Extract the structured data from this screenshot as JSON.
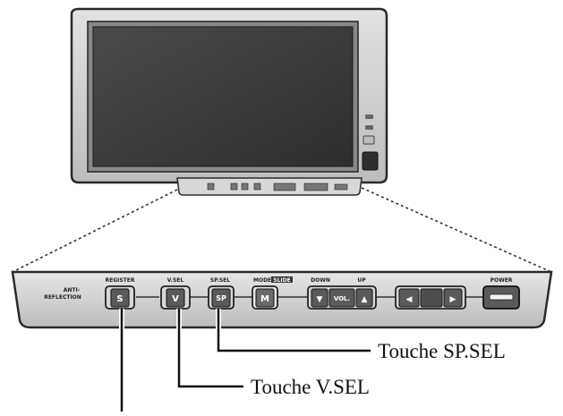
{
  "panel": {
    "anti_reflection_line1": "ANTI-",
    "anti_reflection_line2": "REFLECTION",
    "register_label": "REGISTER",
    "register_key": "S",
    "vsel_label": "V.SEL",
    "vsel_key": "V",
    "spsel_label": "SP.SEL",
    "spsel_key": "SP",
    "mode_label_a": "MODE",
    "mode_label_b": "SLIDE",
    "mode_key": "M",
    "down_label": "DOWN",
    "up_label": "UP",
    "vol_label": "VOL.",
    "down_arrow": "▼",
    "up_arrow": "▲",
    "left_arrow": "◀",
    "right_arrow": "▶",
    "power_label": "POWER"
  },
  "callouts": {
    "spsel": "Touche SP.SEL",
    "vsel": "Touche V.SEL"
  },
  "colors": {
    "bezel": "#cfcfcf",
    "screen": "#3c3c3c",
    "panel": "#d4d4d4",
    "button_dark": "#5a5a5a",
    "button_light": "#e8e8e8"
  }
}
